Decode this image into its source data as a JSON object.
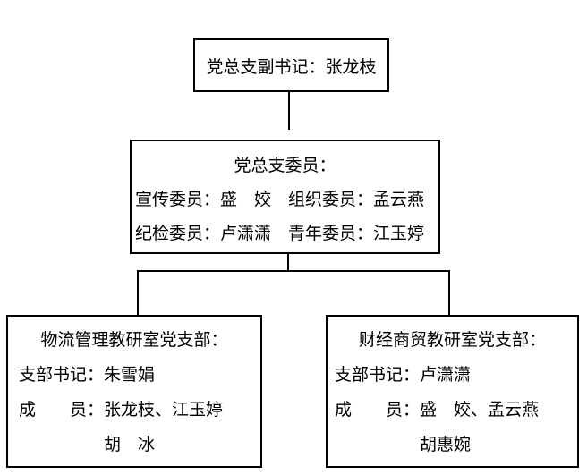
{
  "org_chart": {
    "background_color": "#ffffff",
    "line_color": "#000000",
    "deputy_box": {
      "label": "党总支副书记：张龙枝"
    },
    "committee_box": {
      "title": "党总支委员：",
      "lines": [
        "宣传委员：盛　姣　组织委员：孟云燕",
        "纪检委员：卢潇潇　青年委员：江玉婷"
      ]
    },
    "logistics_branch_box": {
      "title": "物流管理教研室党支部：",
      "secretary_line": "支部书记：朱雪娟",
      "members_line": "成　　员：张龙枝、江玉婷",
      "members_continuation": "胡　冰"
    },
    "finance_branch_box": {
      "title": "财经商贸教研室党支部：",
      "secretary_line": "支部书记：卢潇潇",
      "members_line": "成　　员：盛　姣、孟云燕",
      "members_continuation": "胡惠婉"
    }
  }
}
